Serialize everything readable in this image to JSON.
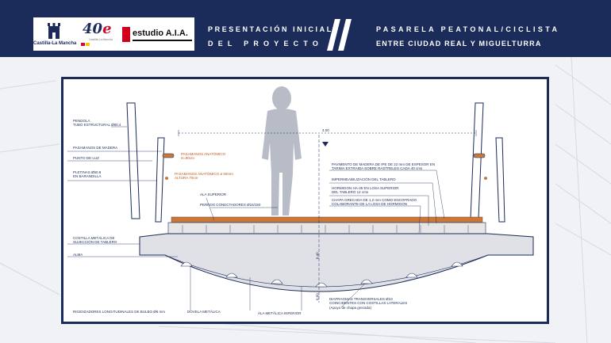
{
  "header": {
    "region_logo_text": "Castilla-La Mancha",
    "anniversary_logo": "40",
    "anniversary_logo_letter": "e",
    "anniversary_subtitle": "Castilla-La Mancha",
    "studio_logo": "estudio A.I.A.",
    "title_mid_line1": "PRESENTACIÓN INICIAL",
    "title_mid_line2": "DEL PROYECTO",
    "title_right_line1": "PASARELA PEATONAL/CICLISTA",
    "title_right_line2": "ENTRE CIUDAD REAL Y MIGUELTURRA"
  },
  "drawing": {
    "width_dimension": "4.00",
    "depth_dimension_1": "0.40",
    "depth_dimension_2": "0.60",
    "labels_left": {
      "pendola": "PENDOLA",
      "tubo": "TUBO ESTRUCTURAL Ø80.4",
      "pasamanos_madera": "PASAMANOS DE MADERA",
      "punto_luz": "PUNTO DE LUZ",
      "pletinas_1": "PLETINAS Ø50.8",
      "pletinas_2": "EN BARANDILLA",
      "costilla_1": "COSTILLA METÁLICA DE",
      "costilla_2": "SUJECCIÓN DE TABLERO",
      "alma": "ALMA",
      "rigidizadores": "RIGIDIZADORES LONGITUDINALES DE BULBO Ø6 mm",
      "dovela": "DOVELA METÁLICA",
      "ala_inferior": "ALA METÁLICA INFERIOR"
    },
    "labels_center": {
      "pasamanos_anat_1": "PASAMANOS ANATÓMICO",
      "pasamanos_anat_2": "H=90cm",
      "pasamanos_anat_b1": "PASAMANOS ANATÓMICO ø 50mm",
      "pasamanos_anat_b2": "ALTURA 70cm",
      "ala_superior": "ALA SUPERIOR",
      "pernos": "PERNOS CONECTADORES Ø16/150"
    },
    "labels_right": {
      "pavimento_1": "PAVIMENTO DE MADERA DE IPE DE 22 mm DE ESPESOR EN",
      "pavimento_2": "TARIMA EXTRAIDA SOBRE RASTRELES CADA 40 cms",
      "impermeabilizacion": "IMPERMEABILIZACIÓN DEL TABLERO",
      "hormigon_1": "HORMIGON HA-35 EN LOSA SUPERIOR",
      "hormigon_2": "DEL TABLERO 12 cms",
      "chapa_1": "CHAPA GRECADA DE 1,2 mm COMO ENCOFRADO",
      "chapa_2": "COLABORANTE DE LA LOSA DE HORMIGON",
      "diafragmas_1": "DIAFRAGMAS TRANSVERSALES Ø10",
      "diafragmas_2": "COINCIDENTES CON COSTILLAS LATERALES",
      "diafragmas_3": "(Apoyo de chapa grecada)"
    }
  },
  "colors": {
    "navy": "#1b2b5a",
    "wood": "#c8783a",
    "red": "#c8102e"
  }
}
